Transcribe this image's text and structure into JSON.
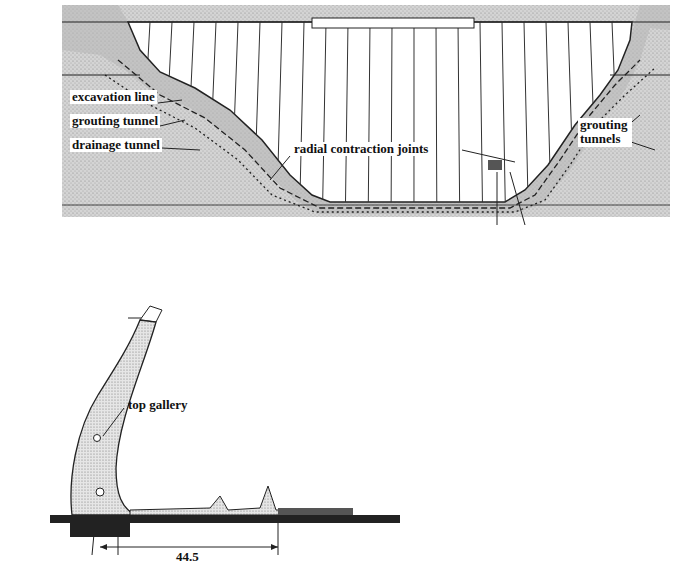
{
  "diagram": {
    "labels": [
      "excavation line",
      "grouting tunnel",
      "drainage tunnel",
      "radial contraction joints",
      "grouting tunnels",
      "top gallery",
      "44.5"
    ]
  }
}
